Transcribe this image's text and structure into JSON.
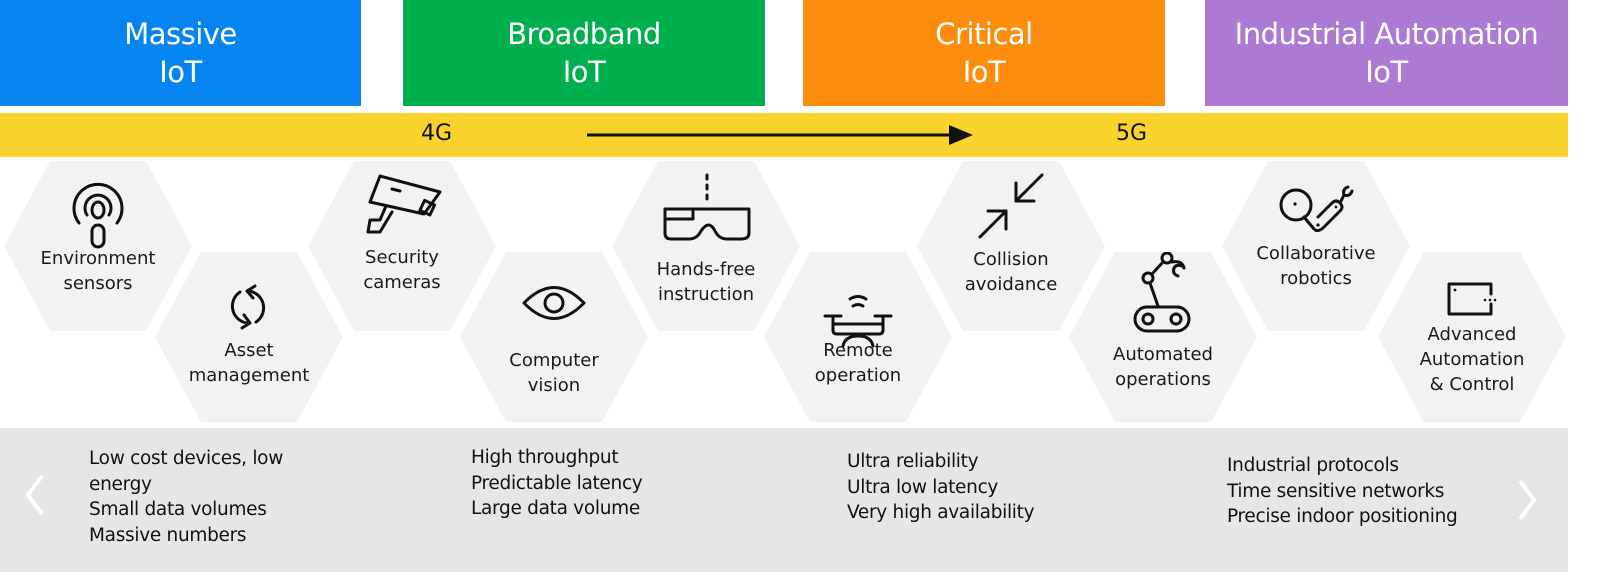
{
  "categories": [
    {
      "line1": "Massive",
      "line2": "IoT",
      "color": "#0584f2"
    },
    {
      "line1": "Broadband",
      "line2": "IoT",
      "color": "#00b04f"
    },
    {
      "line1": "Critical",
      "line2": "IoT",
      "color": "#fb8c0c"
    },
    {
      "line1": "Industrial Automation",
      "line2": "IoT",
      "color": "#ac79d3"
    }
  ],
  "timeline": {
    "from_label": "4G",
    "to_label": "5G",
    "band_color": "#f9d22c"
  },
  "use_cases": [
    {
      "icon": "antenna-sensor-icon",
      "line1": "Environment",
      "line2": "sensors",
      "line3": ""
    },
    {
      "icon": "sync-arrows-icon",
      "line1": "Asset",
      "line2": "management",
      "line3": ""
    },
    {
      "icon": "security-camera-icon",
      "line1": "Security",
      "line2": "cameras",
      "line3": ""
    },
    {
      "icon": "eye-icon",
      "line1": "Computer",
      "line2": "vision",
      "line3": ""
    },
    {
      "icon": "smart-glasses-icon",
      "line1": "Hands-free",
      "line2": "instruction",
      "line3": ""
    },
    {
      "icon": "drone-icon",
      "line1": "Remote",
      "line2": "operation",
      "line3": ""
    },
    {
      "icon": "collision-arrows-icon",
      "line1": "Collision",
      "line2": "avoidance",
      "line3": ""
    },
    {
      "icon": "robot-arm-tracks-icon",
      "line1": "Automated",
      "line2": "operations",
      "line3": ""
    },
    {
      "icon": "collaborative-robot-icon",
      "line1": "Collaborative",
      "line2": "robotics",
      "line3": ""
    },
    {
      "icon": "control-panel-icon",
      "line1": "Advanced",
      "line2": "Automation",
      "line3": "& Control"
    }
  ],
  "features": [
    [
      "Low cost devices, low",
      "energy",
      "Small data volumes",
      "Massive numbers"
    ],
    [
      "High throughput",
      "Predictable  latency",
      "Large data volume"
    ],
    [
      "Ultra reliability",
      "Ultra low latency",
      "Very high availability"
    ],
    [
      "Industrial protocols",
      "Time sensitive networks",
      "Precise indoor positioning"
    ]
  ],
  "nav": {
    "prev": "previous-slide",
    "next": "next-slide"
  }
}
